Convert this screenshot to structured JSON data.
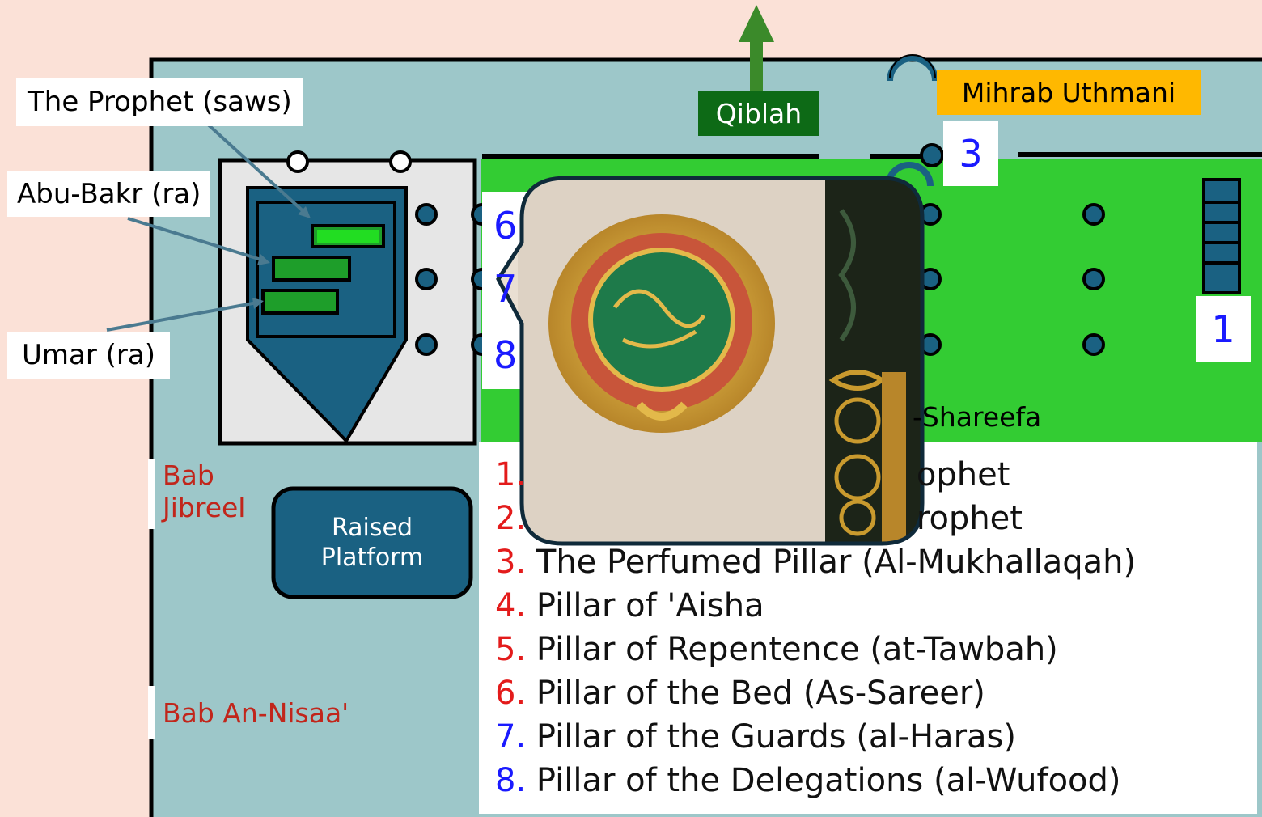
{
  "qiblah_label": "Qiblah",
  "mihrab_label": "Mihrab Uthmani",
  "graves": {
    "prophet": "The Prophet (saws)",
    "abu_bakr": "Abu-Bakr (ra)",
    "umar": "Umar (ra)"
  },
  "doors": {
    "jibreel": "Bab\nJibreel",
    "nisaa": "Bab An-Nisaa'"
  },
  "raised_platform": "Raised\nPlatform",
  "partial_label": "-Shareefa",
  "pillar_markers": {
    "m1": "1",
    "m3": "3",
    "m6": "6",
    "m7": "7",
    "m8": "8"
  },
  "legend": [
    {
      "num": "1.",
      "text": "ophet",
      "num_color": "#e31b1b"
    },
    {
      "num": "2.",
      "text": "rophet",
      "num_color": "#e31b1b"
    },
    {
      "num": "3.",
      "text": "The Perfumed Pillar (Al-Mukhallaqah)",
      "num_color": "#e31b1b"
    },
    {
      "num": "4.",
      "text": "Pillar of 'Aisha",
      "num_color": "#e31b1b"
    },
    {
      "num": "5.",
      "text": "Pillar of Repentence (at-Tawbah)",
      "num_color": "#e31b1b"
    },
    {
      "num": "6.",
      "text": "Pillar of the Bed (As-Sareer)",
      "num_color": "#e31b1b"
    },
    {
      "num": "7.",
      "text": "Pillar of the Guards (al-Haras)",
      "num_color": "#1a1aff"
    },
    {
      "num": "8.",
      "text": "Pillar of the Delegations (al-Wufood)",
      "num_color": "#1a1aff"
    }
  ],
  "colors": {
    "background": "#fbe1d7",
    "mosque_floor": "#9dc7c9",
    "rawdah": "#33cc33",
    "room_fill": "#e6e6e6",
    "chamber": "#1a6182",
    "grave": "#1e9e2a",
    "qiblah_box": "#0d6a16",
    "qiblah_arrow": "#3b8a2a",
    "mihrab_box": "#ffb800",
    "door_text": "#c1261b"
  },
  "icons": {
    "qiblah": "up-arrow-icon",
    "mihrab": "arch-icon",
    "pillar": "circle-icon",
    "photo": "pillar-medallion-photo"
  }
}
